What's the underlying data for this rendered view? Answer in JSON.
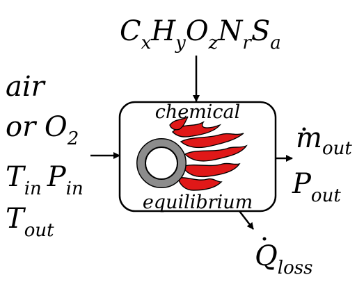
{
  "fuel": {
    "C": "C",
    "x": "x",
    "H": "H",
    "y": "y",
    "O": "O",
    "z": "z",
    "N": "N",
    "r": "r",
    "S": "S",
    "a": "a"
  },
  "inlet": {
    "air": "air",
    "or_o2": "or O",
    "o2_sub": "2",
    "T": "T",
    "T_sub": "in",
    "P": "P",
    "P_sub": "in",
    "Tout": "T",
    "Tout_sub": "out"
  },
  "reactor": {
    "top_label": "chemical",
    "bottom_label": "equilibrium"
  },
  "outlet": {
    "m": "m",
    "m_sub": "out",
    "P": "P",
    "P_sub": "out"
  },
  "loss": {
    "Q": "Q",
    "Q_sub": "loss"
  },
  "colors": {
    "stroke": "#000000",
    "ring": "#8c8c8c",
    "flame": "#e01818"
  },
  "icons": [
    "flame-icon",
    "ring-icon"
  ]
}
